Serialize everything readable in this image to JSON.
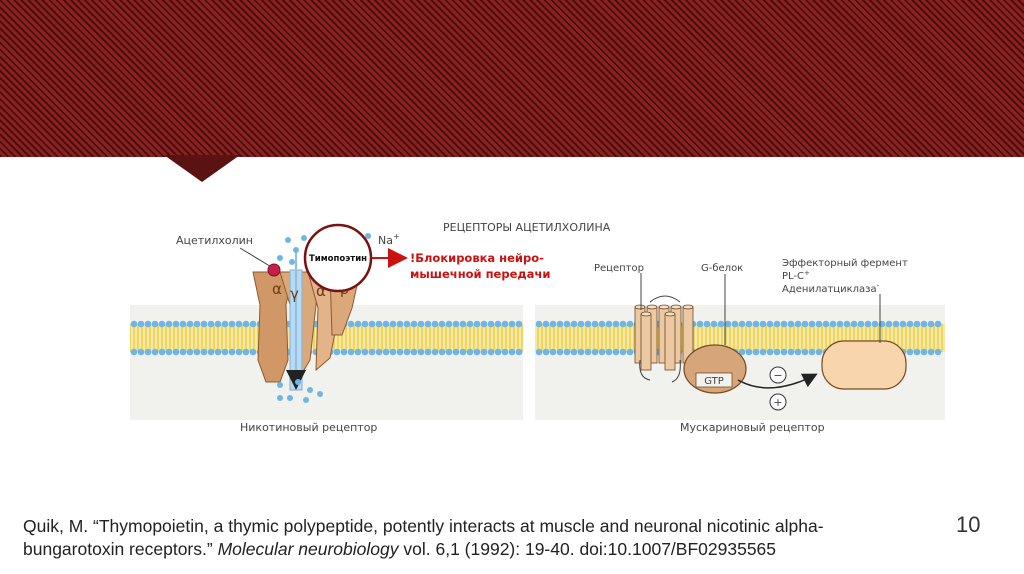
{
  "diagram": {
    "title": "РЕЦЕПТОРЫ АЦЕТИЛХОЛИНА",
    "nicotinic": {
      "acetylcholine_label": "Ацетилхолин",
      "sodium_label": "Na",
      "sodium_charge": "+",
      "subunits": [
        "α",
        "γ",
        "α",
        "β"
      ],
      "caption": "Никотиновый рецептор"
    },
    "thymopoietin_label": "Тимопоэтин",
    "blockade_line1": "!Блокировка нейро-",
    "blockade_line2": "мышечной передачи",
    "muscarinic": {
      "receptor_label": "Рецептор",
      "gprotein_label": "G-белок",
      "effector_line1": "Эффекторный фермент",
      "effector_line2": "PL-C",
      "effector_line2_charge": "+",
      "effector_line3": "Аденилатциклаза",
      "effector_line3_charge": "-",
      "gtp_label": "GTP",
      "minus_sign": "−",
      "plus_sign": "+",
      "caption": "Мускариновый рецептор"
    }
  },
  "citation": {
    "part1": "Quik, M. “Thymopoietin, a thymic polypeptide, potently interacts at muscle and neuronal nicotinic alpha-bungarotoxin receptors.” ",
    "journal": "Molecular neurobiology",
    "part2": " vol. 6,1 (1992): 19-40. doi:10.1007/BF02935565"
  },
  "page_number": "10",
  "colors": {
    "header": "#7a1c1c",
    "membrane_head": "#6fb6e6",
    "membrane_tail": "#f2d84a",
    "protein": "#dba87a",
    "blockade_text": "#cc1111",
    "thymopoietin_circle": "#7a1010"
  }
}
